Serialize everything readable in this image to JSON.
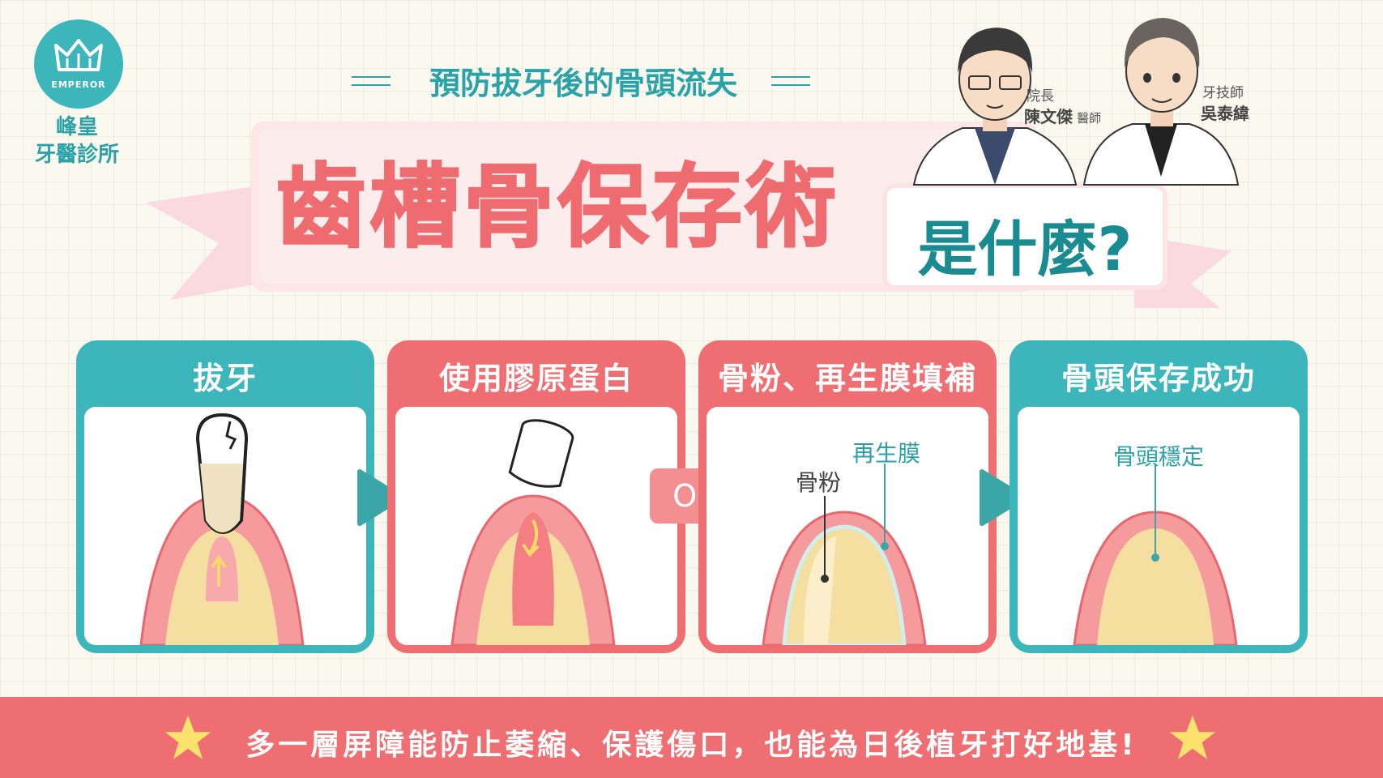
{
  "logo": {
    "brand": "EMPEROR",
    "name_line1": "峰皇",
    "name_line2": "牙醫診所",
    "icon": "crown-icon"
  },
  "subtitle": "預防拔牙後的骨頭流失",
  "title": "齒槽骨保存術",
  "question": "是什麼?",
  "doctors": [
    {
      "role": "院長",
      "name": "陳文傑",
      "suffix": "醫師"
    },
    {
      "role": "牙技師",
      "name": "吳泰緯"
    }
  ],
  "steps": [
    {
      "title": "拔牙"
    },
    {
      "title": "使用膠原蛋白"
    },
    {
      "title": "骨粉、再生膜填補",
      "labels": [
        "再生膜",
        "骨粉"
      ]
    },
    {
      "title": "骨頭保存成功",
      "labels": [
        "骨頭穩定"
      ]
    }
  ],
  "or_label": "Or",
  "footer": "多一層屏障能防止萎縮、保護傷口，也能為日後植牙打好地基!",
  "colors": {
    "teal": "#3cb6ba",
    "pink": "#ef6e72",
    "gum": "#f59b9e",
    "bone": "#f4dfa0",
    "background": "#fbf8ef"
  }
}
